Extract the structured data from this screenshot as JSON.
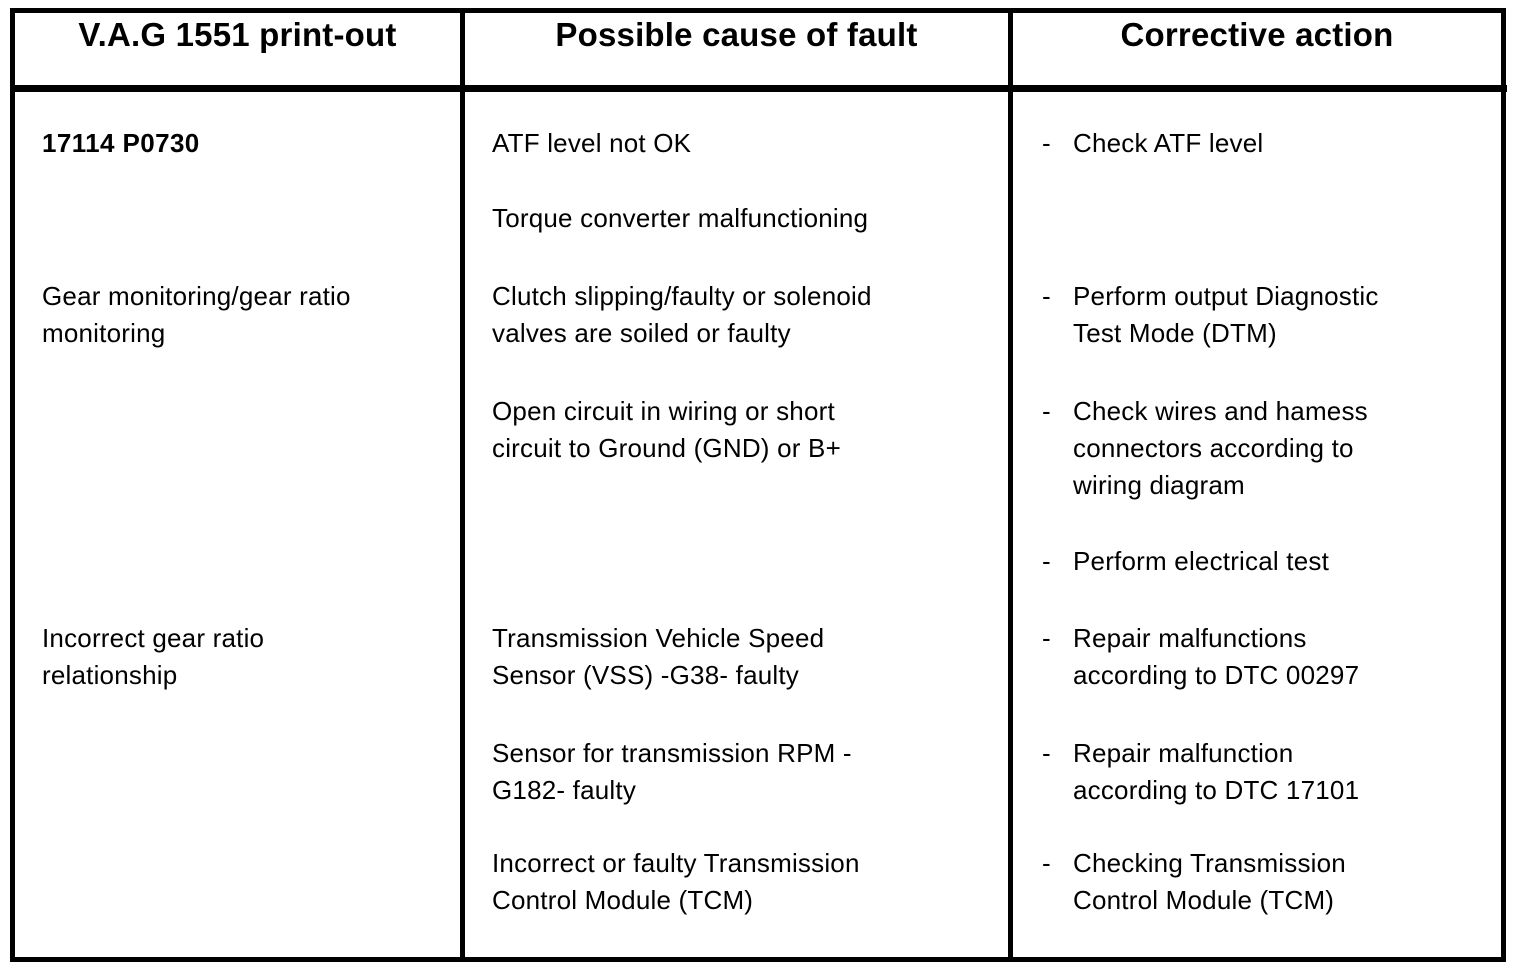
{
  "table": {
    "colors": {
      "border": "#000000",
      "text": "#000000",
      "background": "#ffffff"
    },
    "bullet": "-",
    "headers": {
      "printout": "V.A.G 1551 print-out",
      "cause": "Possible cause of fault",
      "action": "Corrective action"
    },
    "rows": [
      {
        "printout": "17114 P0730",
        "cause": "ATF level not OK",
        "action": "Check ATF level"
      },
      {
        "cause": "Torque converter malfunctioning"
      },
      {
        "printout": "Gear monitoring/gear ratio\nmonitoring",
        "cause": "Clutch slipping/faulty or solenoid\nvalves are soiled or faulty",
        "action": "Perform output Diagnostic\nTest Mode (DTM)"
      },
      {
        "cause": "Open circuit in wiring or short\ncircuit to Ground (GND) or B+",
        "action": "Check wires and hamess\nconnectors according to\nwiring diagram"
      },
      {
        "action": "Perform electrical test"
      },
      {
        "printout": "Incorrect gear ratio\nrelationship",
        "cause": "Transmission Vehicle Speed\nSensor (VSS) -G38- faulty",
        "action": "Repair malfunctions\naccording to DTC 00297"
      },
      {
        "cause": "Sensor for transmission RPM -\nG182- faulty",
        "action": "Repair malfunction\naccording to DTC 17101"
      },
      {
        "cause": "Incorrect or faulty Transmission\nControl Module (TCM)",
        "action": "Checking Transmission\nControl Module (TCM)"
      }
    ]
  }
}
